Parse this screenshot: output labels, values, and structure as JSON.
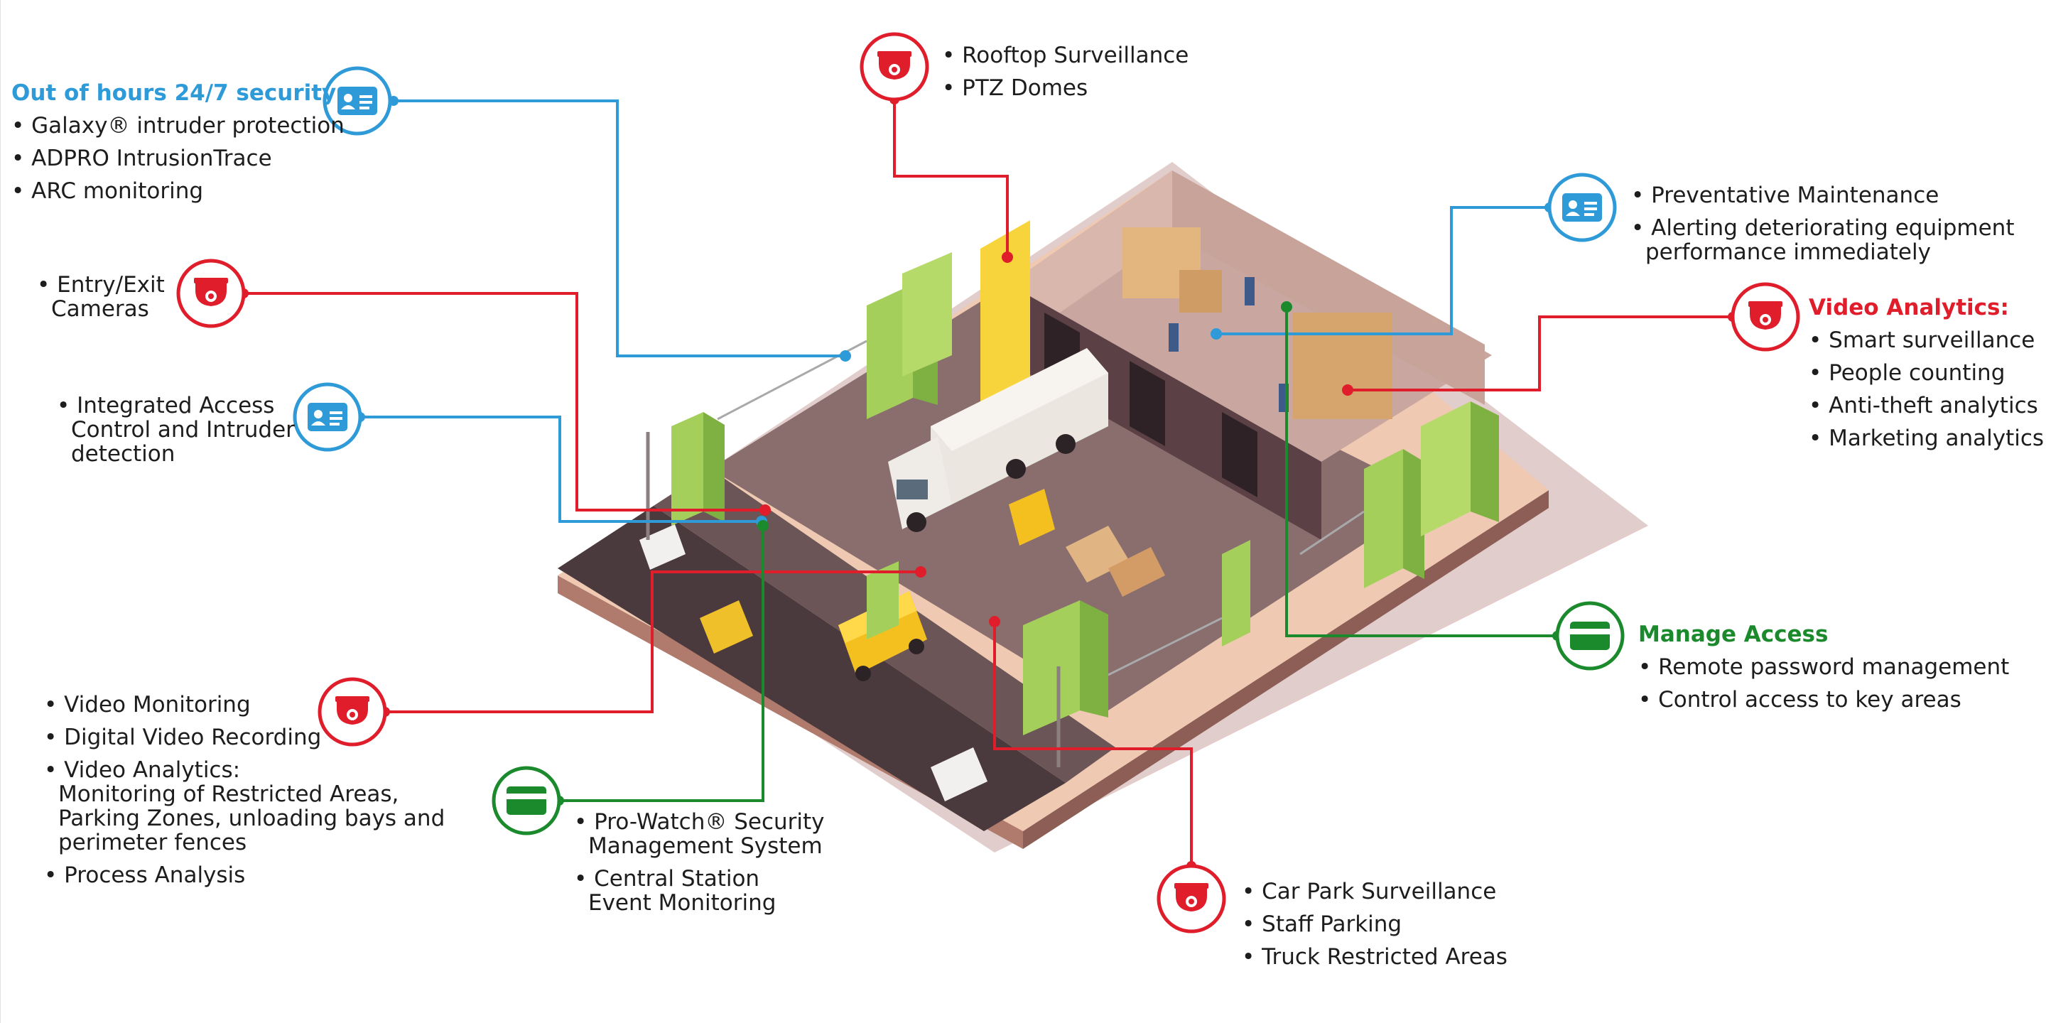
{
  "callouts": {
    "out_of_hours": {
      "title": "Out of hours 24/7 security:",
      "items": [
        "Galaxy® intruder protection",
        "ADPRO IntrusionTrace",
        "ARC monitoring"
      ]
    },
    "rooftop": {
      "items": [
        "Rooftop Surveillance",
        "PTZ Domes"
      ]
    },
    "preventative": {
      "items": [
        "Preventative Maintenance",
        "Alerting deteriorating equipment\nperformance immediately"
      ]
    },
    "entry_exit": {
      "items": [
        "Entry/Exit\nCameras"
      ]
    },
    "integrated_access": {
      "items": [
        "Integrated Access\nControl and Intruder\ndetection"
      ]
    },
    "video_analytics": {
      "title": "Video Analytics:",
      "items": [
        "Smart surveillance",
        "People counting",
        "Anti-theft analytics",
        "Marketing analytics"
      ]
    },
    "manage_access": {
      "title": "Manage Access",
      "items": [
        "Remote password management",
        "Control access to key areas"
      ]
    },
    "video_monitoring": {
      "items": [
        "Video Monitoring",
        "Digital Video Recording",
        "Video Analytics:\nMonitoring of Restricted Areas,\nParking Zones, unloading bays and\nperimeter fences",
        "Process Analysis"
      ]
    },
    "pro_watch": {
      "items": [
        "Pro-Watch® Security\nManagement System",
        "Central Station\nEvent Monitoring"
      ]
    },
    "car_park": {
      "items": [
        "Car Park Surveillance",
        "Staff Parking",
        "Truck Restricted Areas"
      ]
    }
  },
  "colors": {
    "blue": "#2e9ad8",
    "red": "#e01e2b",
    "green": "#1a8a2c",
    "text": "#1d1d1d"
  },
  "icons": {
    "access_card": "access-card-icon",
    "camera": "dome-camera-icon",
    "keycard": "keycard-icon"
  }
}
